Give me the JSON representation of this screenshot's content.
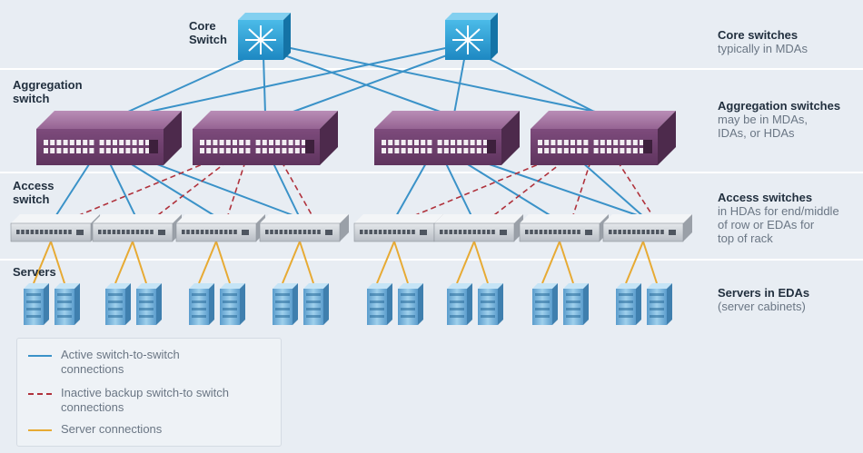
{
  "colors": {
    "background": "#e8edf3",
    "divider": "#ffffff",
    "active_link": "#3a92c8",
    "backup_link": "#b0323c",
    "server_link": "#e7aa33",
    "core_switch": "#2fa0d6",
    "aggregation_switch": "#8a5a86",
    "access_switch": "#d9dde2",
    "server": "#7fb7da"
  },
  "labels": {
    "core": "Core\nSwitch",
    "aggregation": "Aggregation\nswitch",
    "access": "Access\nswitch",
    "servers": "Servers"
  },
  "descriptions": [
    {
      "title": "Core switches",
      "body": "typically in MDAs"
    },
    {
      "title": "Aggregation switches",
      "body": "may be in MDAs,\nIDAs, or HDAs"
    },
    {
      "title": "Access switches",
      "body": "in HDAs for end/middle\nof row or EDAs for\ntop of rack"
    },
    {
      "title": "Servers in EDAs",
      "body": "(server cabinets)"
    }
  ],
  "legend": [
    {
      "label": "Active switch-to-switch\nconnections",
      "style": "solid",
      "color": "#3a92c8"
    },
    {
      "label": "Inactive backup switch-to switch\nconnections",
      "style": "dashed",
      "color": "#b0323c"
    },
    {
      "label": "Server connections",
      "style": "solid",
      "color": "#e7aa33"
    }
  ],
  "topology": {
    "core_switch_count": 2,
    "aggregation_switch_count": 4,
    "access_switch_count": 8,
    "server_count": 16
  }
}
